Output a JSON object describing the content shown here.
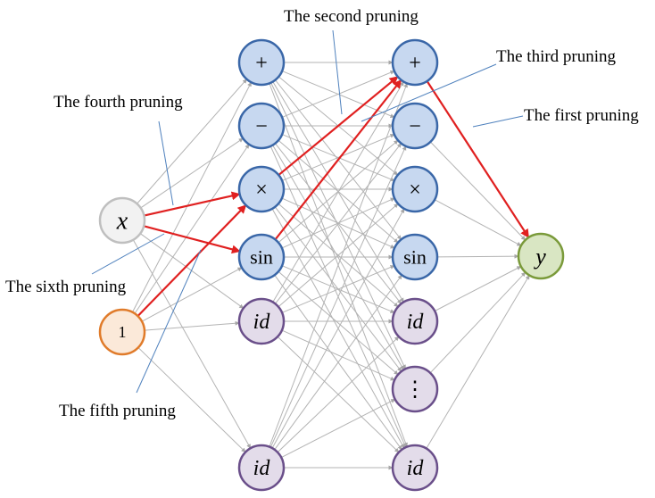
{
  "annotations": {
    "second": "The second pruning",
    "third": "The third pruning",
    "first": "The first pruning",
    "fourth": "The fourth pruning",
    "sixth": "The sixth pruning",
    "fifth": "The fifth pruning"
  },
  "nodes": {
    "input_x": "x",
    "input_one": "1",
    "layer1": [
      "+",
      "−",
      "×",
      "sin",
      "id",
      "id"
    ],
    "layer2": [
      "+",
      "−",
      "×",
      "sin",
      "id",
      "⋮",
      "id"
    ],
    "output": "y"
  },
  "colors": {
    "blue_fill": "#c7d8f0",
    "blue_stroke": "#3a67a8",
    "purple_fill": "#e3dcea",
    "purple_stroke": "#6a4f8a",
    "input_fill": "#f2f2f2",
    "input_stroke": "#bfbfbf",
    "bias_fill": "#fbe9d9",
    "bias_stroke": "#e07b2a",
    "output_fill": "#d9e6c3",
    "output_stroke": "#7a9a3a",
    "edge": "#b3b3b3",
    "pruned_edge": "#e02020",
    "leader": "#4f81bd"
  }
}
